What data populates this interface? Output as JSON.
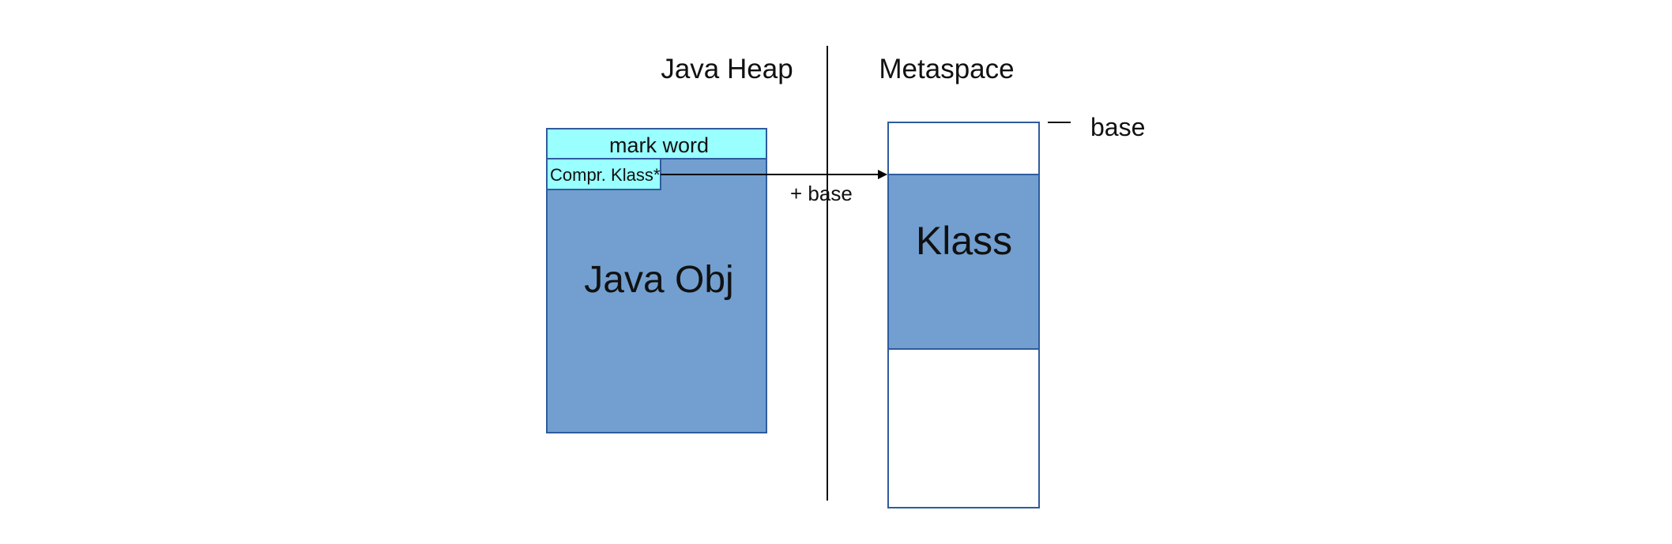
{
  "labels": {
    "java_heap": "Java Heap",
    "metaspace": "Metaspace",
    "base": "base",
    "mark_word": "mark word",
    "compressed_klass": "Compr. Klass*",
    "plus_base": "+ base",
    "java_obj": "Java Obj",
    "klass": "Klass"
  },
  "colors": {
    "object_fill": "#729fcf",
    "header_fill": "#99ffff",
    "border": "#2e5c9e",
    "divider": "#111111",
    "arrow": "#000000",
    "metaspace_fill": "#ffffff"
  }
}
